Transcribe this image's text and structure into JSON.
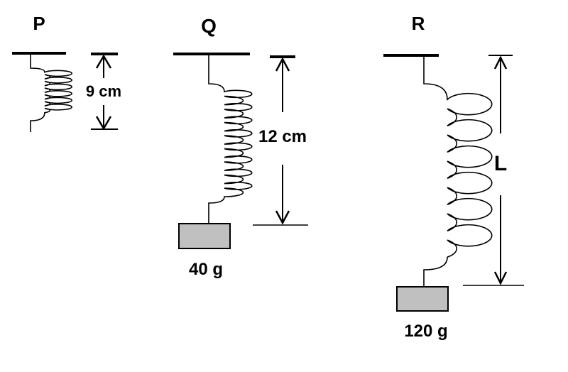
{
  "springs": {
    "p": {
      "label": "P"
    },
    "q": {
      "label": "Q",
      "mass": "40 g"
    },
    "r": {
      "label": "R",
      "mass": "120 g"
    }
  },
  "measurements": {
    "p_length": "9 cm",
    "q_length": "12 cm",
    "r_length": "L"
  },
  "colors": {
    "line": "#000000",
    "mass_fill": "#c0c0c0",
    "background": "#ffffff"
  }
}
